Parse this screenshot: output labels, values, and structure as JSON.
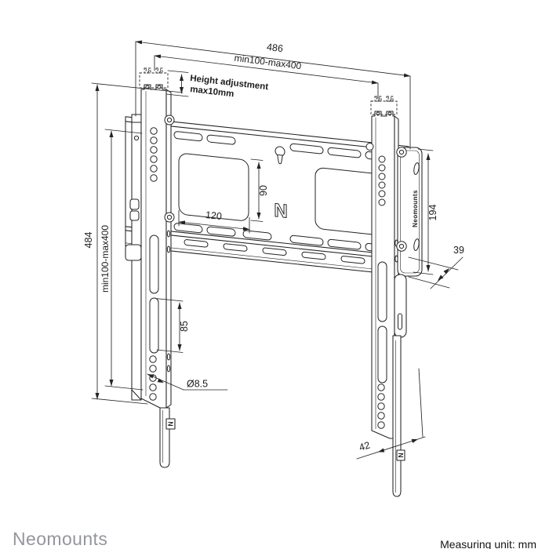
{
  "page": {
    "background": "#ffffff",
    "line_color": "#232323"
  },
  "footer": {
    "brand_logo": "Neomounts",
    "measuring_unit": "Measuring unit: mm"
  },
  "annotations": {
    "height_adjustment_line1": "Height adjustment",
    "height_adjustment_line2": "max10mm"
  },
  "dimensions": {
    "total_width": "486",
    "vesa_width_range": "min100-max400",
    "total_height": "484",
    "vesa_height_range": "min100-max400",
    "cutout_width": "120",
    "cutout_height": "90",
    "wall_bracket_height": "194",
    "wall_bracket_depth": "39",
    "slot_length": "85",
    "hole_diameter": "Ø8.5",
    "bottom_clearance": "42"
  },
  "logos": {
    "plate_logo": "N",
    "left_strip_logo": "N",
    "right_strip_logo": "N",
    "wall_bracket_label": "Neomounts"
  }
}
